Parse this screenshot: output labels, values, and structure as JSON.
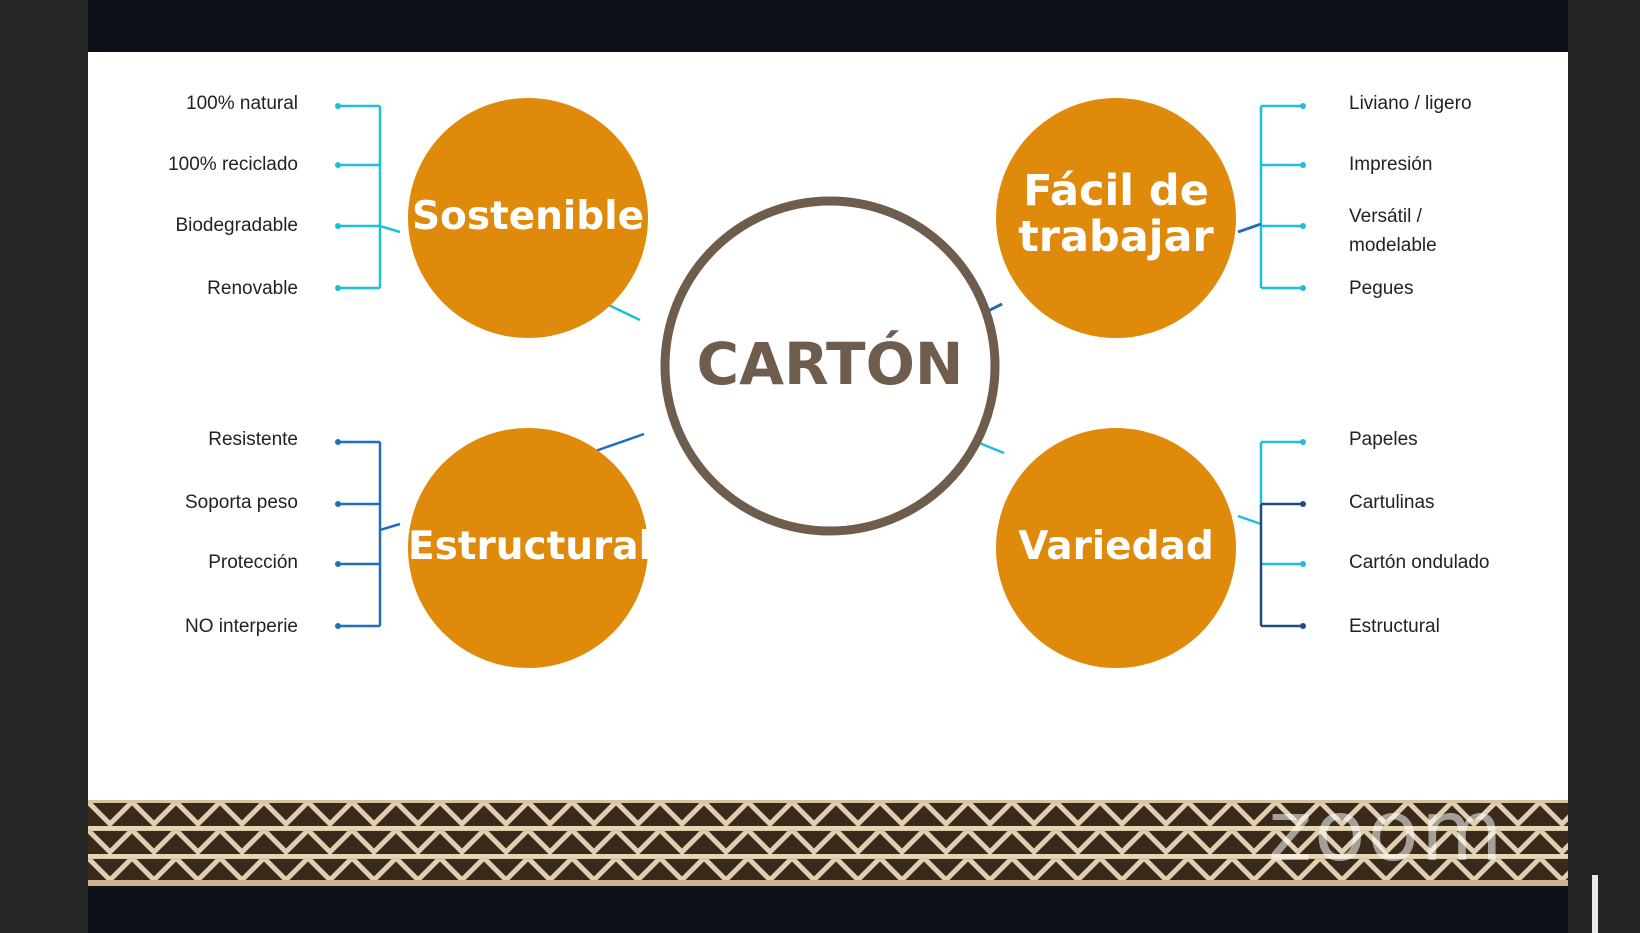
{
  "center": {
    "title": "CARTÓN"
  },
  "categories": {
    "sostenible": {
      "title": "Sostenible",
      "items": [
        "100% natural",
        "100% reciclado",
        "Biodegradable",
        "Renovable"
      ]
    },
    "facil": {
      "title_line1": "Fácil de",
      "title_line2": "trabajar",
      "items": [
        "Liviano / ligero",
        "Impresión",
        "Versátil /",
        "modelable",
        "Pegues"
      ]
    },
    "estructural": {
      "title": "Estructural",
      "items": [
        "Resistente",
        "Soporta peso",
        "Protección",
        "NO interperie"
      ]
    },
    "variedad": {
      "title": "Variedad",
      "items": [
        "Papeles",
        "Cartulinas",
        "Cartón ondulado",
        "Estructural"
      ]
    }
  },
  "watermark": {
    "text": "zoom"
  },
  "colors": {
    "orange": "#e08a0c",
    "cyan": "#1ec0d8",
    "blue": "#1e6fb8",
    "navy": "#234a7a",
    "center_ring": "#6e5c4d"
  }
}
